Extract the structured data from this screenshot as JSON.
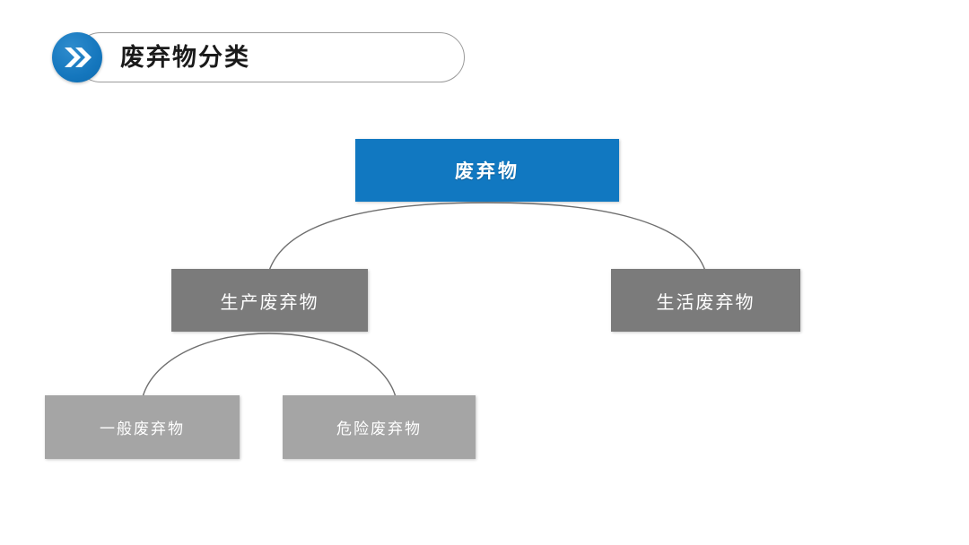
{
  "slide": {
    "background_color": "#ffffff",
    "title": {
      "text": "废弃物分类",
      "badge_icon": "double-chevron-right-icon",
      "badge_color": "#1476bd",
      "pill_border_color": "#9b9b9b"
    }
  },
  "diagram": {
    "type": "tree",
    "nodes": [
      {
        "id": "root",
        "label": "废弃物",
        "level": 0,
        "color": "#1178c1",
        "text_color": "#ffffff"
      },
      {
        "id": "production",
        "label": "生产废弃物",
        "level": 1,
        "color": "#7b7b7b",
        "text_color": "#ffffff"
      },
      {
        "id": "domestic",
        "label": "生活废弃物",
        "level": 1,
        "color": "#7b7b7b",
        "text_color": "#ffffff"
      },
      {
        "id": "general",
        "label": "一般废弃物",
        "level": 2,
        "color": "#a5a5a5",
        "text_color": "#ffffff"
      },
      {
        "id": "hazardous",
        "label": "危险废弃物",
        "level": 2,
        "color": "#a5a5a5",
        "text_color": "#ffffff"
      }
    ],
    "edges": [
      {
        "from": "root",
        "to": "production"
      },
      {
        "from": "root",
        "to": "domestic"
      },
      {
        "from": "production",
        "to": "general"
      },
      {
        "from": "production",
        "to": "hazardous"
      }
    ],
    "connector_color": "#6f6f6f"
  }
}
